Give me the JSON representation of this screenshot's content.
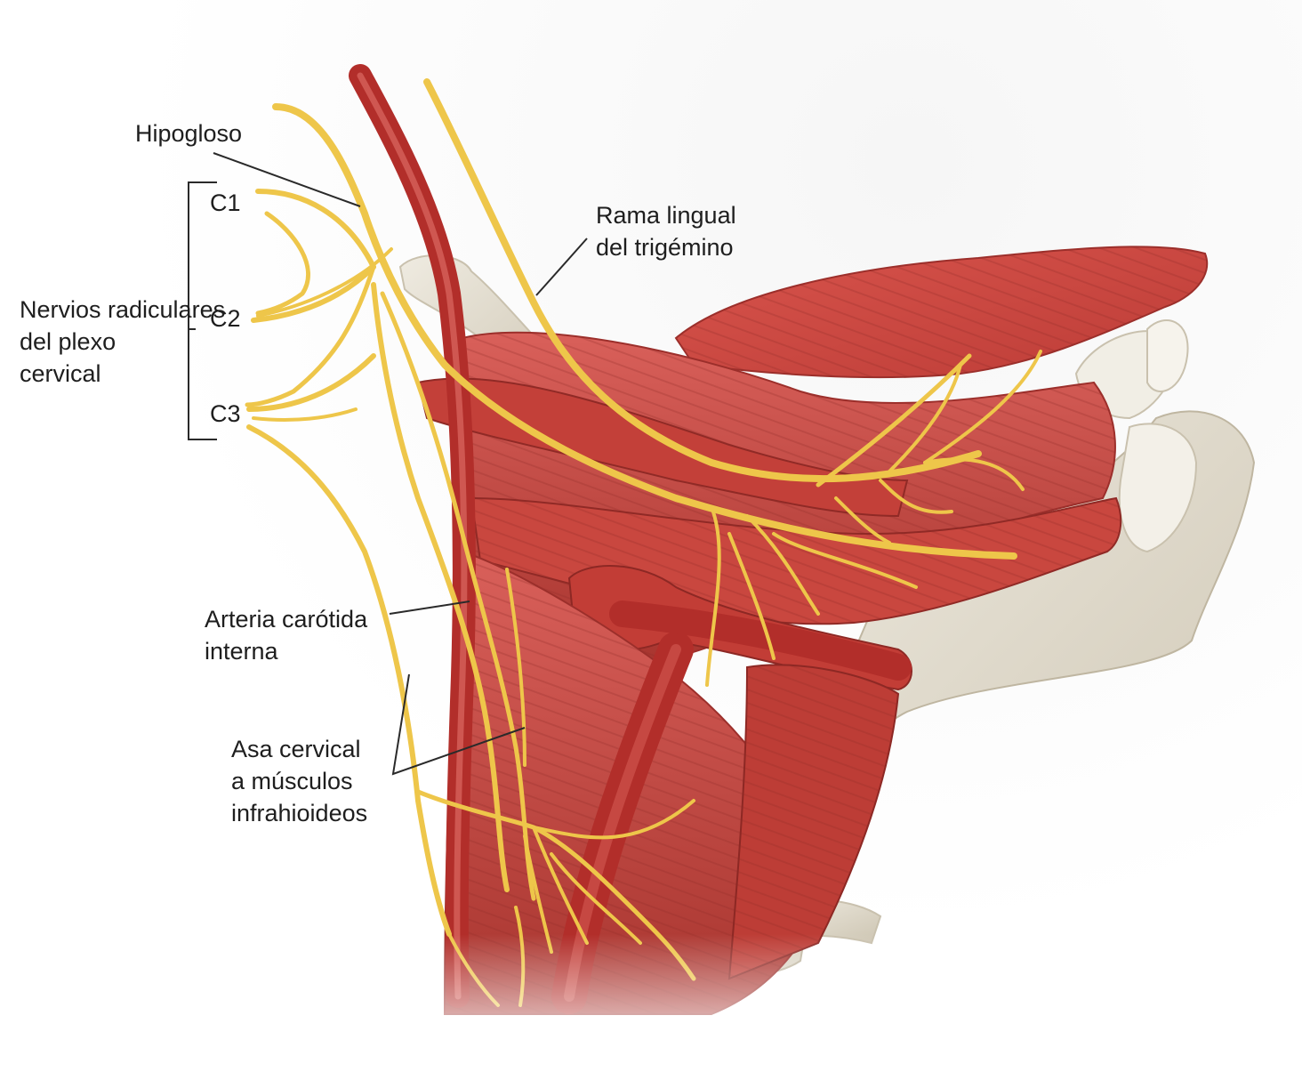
{
  "labels": {
    "hipogloso": "Hipogloso",
    "c1": "C1",
    "c2": "C2",
    "c3": "C3",
    "nervios": [
      "Nervios radiculares",
      "del plexo",
      "cervical"
    ],
    "rama_lingual": [
      "Rama lingual",
      "del trigémino"
    ],
    "arteria": [
      "Arteria carótida",
      "interna"
    ],
    "asa": [
      "Asa cervical",
      "a músculos",
      "infrahioideos"
    ]
  },
  "colors": {
    "nerve": "#eec64a",
    "nerve_light": "#f7df78",
    "muscle": "#c8463f",
    "muscle_dark": "#9c2f2b",
    "artery": "#b8312d",
    "bone": "#e4dfd2",
    "bone_shadow": "#c9c1ae",
    "leader": "#2a2a2a"
  }
}
